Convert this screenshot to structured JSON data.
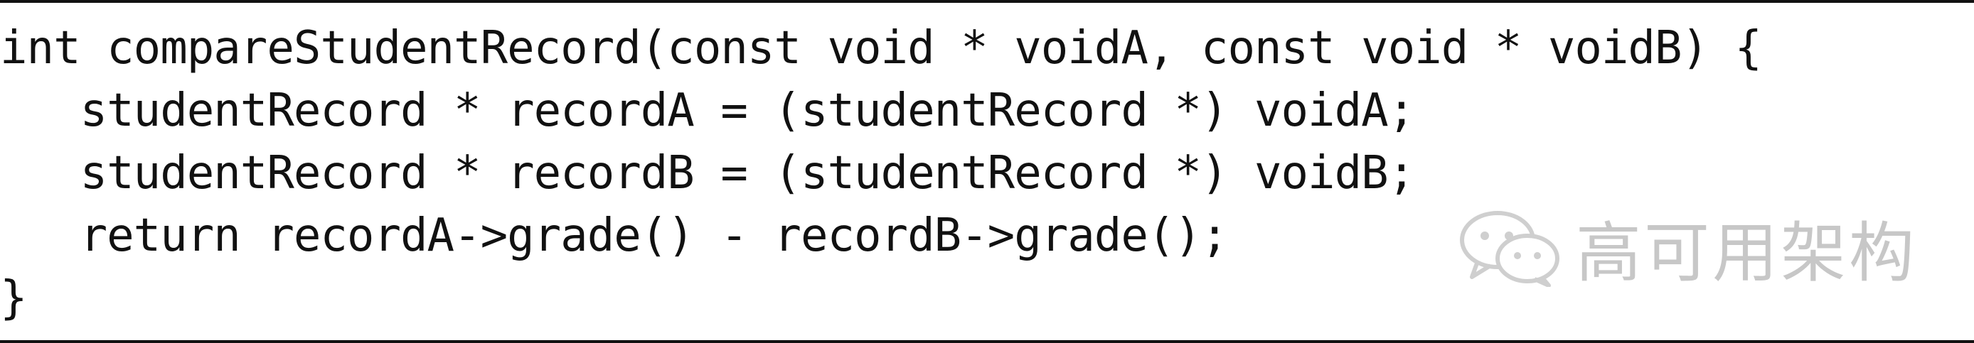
{
  "code": {
    "lines": [
      "int compareStudentRecord(const void * voidA, const void * voidB) {",
      "   studentRecord * recordA = (studentRecord *) voidA;",
      "   studentRecord * recordB = (studentRecord *) voidB;",
      "   return recordA->grade() - recordB->grade();",
      "}"
    ]
  },
  "watermark": {
    "text": "高可用架构",
    "icon": "wechat-icon"
  }
}
